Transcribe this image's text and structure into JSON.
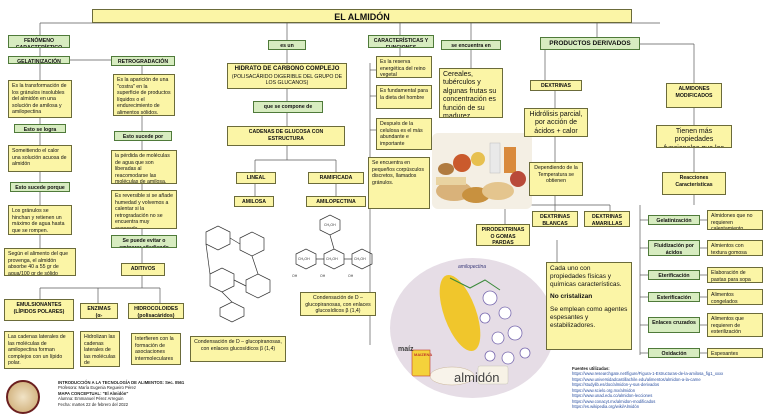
{
  "title": "EL ALMIDÓN",
  "fenomeno": {
    "header": "FENÓMENO CARACTERÍSTICO",
    "gelatinizacion": "GELATINIZACIÓN",
    "gel_desc": "Es la transformación de los gránulos insolubles del almidón en una solución de amilosa y amilopectina",
    "esto_se_logra": "Esto se logra",
    "calentar": "Someitiendo el calor una solución acuosa de almidón",
    "esto_sucede_porque": "Esto sucede porque",
    "hinchan": "Los gránulos se hinchan y retienen un máximo de agua hasta que se rompen.",
    "segun": "Según el alimento del que provenga, el almidón absorbe 40 a 55 gr de agua/100 gr de sólido",
    "retrogradacion": "RETROGRADACIÓN",
    "retro_desc": "Es la aparición de una \"costra\" en la superficie de productos líquidos o el endurecimiento de alimentos sólidos.",
    "esto_sucede_por": "Esto sucede por",
    "perdida": "la pérdida de moléculas de agua que son liberadas al reacomodarse las moléculas de amilosa.",
    "reversible": "Es reversible si se añade humedad y volvemos a calentar si la retrogradación no se encuentra muy avanzada",
    "se_puede": "Se puede evitar o aminorar añadiendo",
    "aditivos": "ADITIVOS",
    "emulsionantes": "EMULSIONANTES (LÍPIDOS POLARES)",
    "emulsionantes_desc": "Las cadenas laterales de las moléculas de amilopectina forman complejos con un lípido polar.",
    "enzimas": "ENZIMAS (α-amilasas)",
    "enzimas_desc": "Hidrolizan las cadenas laterales de las moléculas de amilopectina.",
    "hidrocoloides": "HIDROCOLOIDES (polisacáridos)",
    "hidrocoloides_desc": "Interfieren con la formación de asociaciones intermoleculares"
  },
  "es_un": "es un",
  "estructura": {
    "hidrato": "HIDRATO DE CARBONO COMPLEJO",
    "hidrato_sub": "(POLISACÁRIDO DIGERIBLE DEL GRUPO DE LOS GLUCANOS)",
    "que_se_compone": "que se compone de",
    "cadenas": "CADENAS DE GLUCOSA CON ESTRUCTURA",
    "lineal": "LINEAL",
    "ramificada": "RAMIFICADA",
    "amilosa": "AMILOSA",
    "amilopectina": "AMILOPECTINA",
    "amilosa_desc": "Condensación de D – glucopiranosas, con enlaces glucosídicos β (1,4)",
    "amilopectina_desc": "Condensación de D – glucopiranosas, con enlaces glucosídicos β (1,4)"
  },
  "caracteristicas": {
    "header": "CARACTERÍSTICAS Y FUNCIONES",
    "reserva": "Es la reserva energética del reino vegetal",
    "dieta": "Es fundamental para la dieta del hombre",
    "celulosa": "Después de la celulosa es el más abundante e importante",
    "granulos": "Se encuentra en pequeños corpúsculos discretos, llamados gránulos."
  },
  "se_encuentra": {
    "header": "se encuentra en",
    "cereales": "Cereales, tubérculos y algunas frutas su concentración es función de su madurez."
  },
  "productos": {
    "header": "PRODUCTOS DERIVADOS",
    "dextrinas": "DEXTRINAS",
    "dextrinas_desc": "Hidrólisis parcial, por acción de ácidos + calor",
    "dependiendo": "Dependiendo de la Temperatura se obtienen",
    "pirodextrinas": "PIRODEXTRINAS O GOMAS PARDAS",
    "blancas": "DEXTRINAS BLANCAS",
    "amarillas": "DEXTRINAS AMARILLAS",
    "cada_uno": "Cada uno con propiedades físicas y químicas características.",
    "no_cristalizan": "No cristalizan",
    "espesantes": "Se emplean como agentes espesantes y estabilizadores.",
    "almidones_mod": "ALMIDONES MODIFICADOS",
    "tienen": "Tienen más propiedades funcionales que los naturales",
    "reacciones": "Reacciones Características",
    "rows": [
      {
        "label": "Gelatinización",
        "desc": "Almidones que no requieren calentamiento"
      },
      {
        "label": "Fluidización por ácidos",
        "desc": "Almientos con textura gomosa"
      },
      {
        "label": "Eterificación",
        "desc": "Elaboración de pastas para sopa"
      },
      {
        "label": "Esterificación",
        "desc": "Alimentos congelados"
      },
      {
        "label": "Enlaces cruzados",
        "desc": "Alimentos que requieren de esterilización"
      },
      {
        "label": "Oxidación",
        "desc": "Espesantes"
      }
    ]
  },
  "image_labels": {
    "amilopectina_label": "amilopectina",
    "maiz": "maíz",
    "almidon": "almidón",
    "maizena": "MAIZENA"
  },
  "footer": {
    "l1": "INTRODUCCIÓN A LA TECNOLOGÍA DE ALIMENTOS: Sec. 0561",
    "l2": "Profesora: María Eugenia Regueiro Pérez",
    "l3": "MAPA CONCEPTUAL: \"El Almidón\"",
    "l4": "Alumna: Emmanuel Pérez Arreguin",
    "l5": "Fecha: martes 22 de febrero del 2022"
  },
  "refs": {
    "header": "Fuentes utilizadas:",
    "items": [
      "https://www.researchgate.net/figure/Figura-1-Estructuras-de-la-amilosa_fig1_xxxx",
      "https://www.universidadcastillachile.edu/alimentos/almidon-a-la-carne",
      "https://studylib.es/doc/almidon-y-sus-derivados",
      "https://www.scielo.org.mx/almidon",
      "https://www.unad.edu.co/almidon-lecciones",
      "https://www.conacyt.mx/almidon-modificados",
      "https://es.wikipedia.org/wiki/Almidón"
    ]
  }
}
